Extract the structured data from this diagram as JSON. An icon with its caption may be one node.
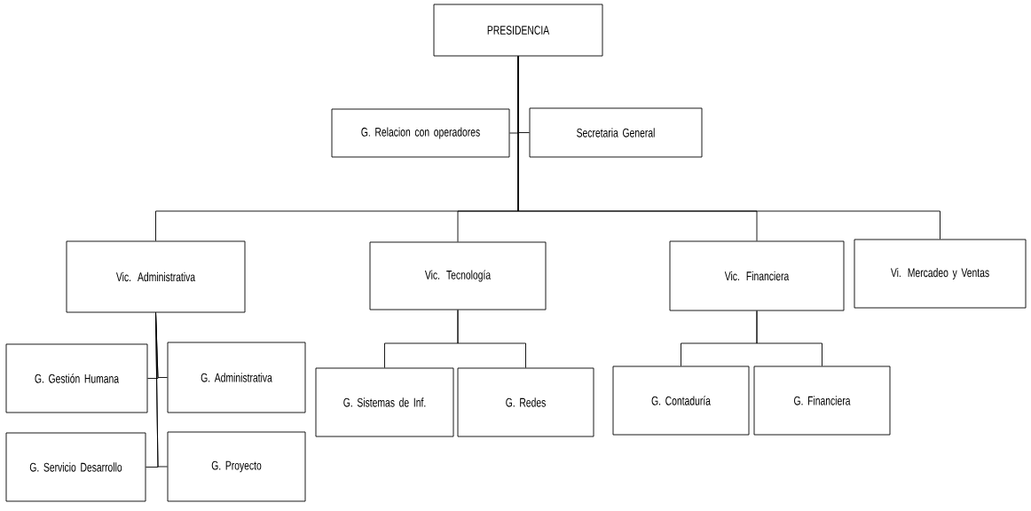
{
  "diagram": {
    "nodes": [
      {
        "text": [
          "PRESIDENCIA"
        ]
      },
      {
        "text": [
          "G. Relacion con operadores"
        ]
      },
      {
        "text": [
          "Secretaria General"
        ]
      },
      {
        "text": [
          "Vic. Administrativa"
        ]
      },
      {
        "text": [
          "Vic. Tecnología"
        ]
      },
      {
        "text": [
          "Vic. Financiera"
        ]
      },
      {
        "text": [
          "Vi. Mercadeo y Ventas"
        ]
      },
      {
        "text": [
          "G. Gestión Humana"
        ]
      },
      {
        "text": [
          "G. Administrativa"
        ]
      },
      {
        "text": [
          "G. Servicio Desarrollo"
        ]
      },
      {
        "text": [
          "G. Proyecto"
        ]
      },
      {
        "text": [
          "G. Sistemas de Inf."
        ]
      },
      {
        "text": [
          "G. Redes"
        ]
      },
      {
        "text": [
          "G. Contaduría"
        ]
      },
      {
        "text": [
          "G. Financiera"
        ]
      }
    ],
    "edges": [
      {
        "from": 0,
        "to": 1,
        "arrow": "none"
      },
      {
        "from": 0,
        "to": 2,
        "arrow": "none"
      },
      {
        "from": 0,
        "to": 3,
        "arrow": "none"
      },
      {
        "from": 0,
        "to": 4,
        "arrow": "none"
      },
      {
        "from": 0,
        "to": 5,
        "arrow": "none"
      },
      {
        "from": 0,
        "to": 6,
        "arrow": "none"
      },
      {
        "from": 3,
        "to": 7,
        "arrow": "none"
      },
      {
        "from": 3,
        "to": 8,
        "arrow": "none"
      },
      {
        "from": 3,
        "to": 9,
        "arrow": "none"
      },
      {
        "from": 3,
        "to": 10,
        "arrow": "none"
      },
      {
        "from": 4,
        "to": 11,
        "arrow": "none"
      },
      {
        "from": 4,
        "to": 12,
        "arrow": "none"
      },
      {
        "from": 5,
        "to": 13,
        "arrow": "none"
      },
      {
        "from": 5,
        "to": 14,
        "arrow": "none"
      }
    ]
  }
}
